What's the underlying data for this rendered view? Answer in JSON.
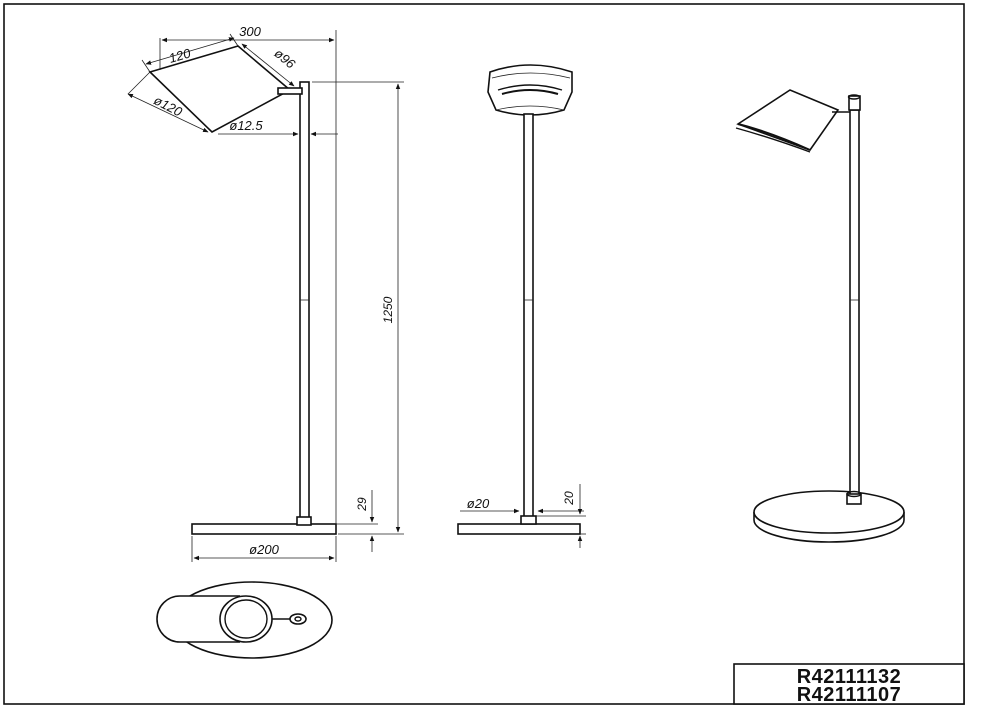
{
  "dimensions": {
    "total_width": "300",
    "shade_length": "120",
    "shade_diameter_small": "ø96",
    "shade_diameter_large": "ø120",
    "pole_diameter": "ø12.5",
    "height": "1250",
    "base_thickness": "29",
    "base_diameter": "ø200",
    "pole_base_diameter": "ø20",
    "foot_height": "20"
  },
  "title_block": {
    "codes": [
      "R42111132",
      "R42111107"
    ]
  }
}
